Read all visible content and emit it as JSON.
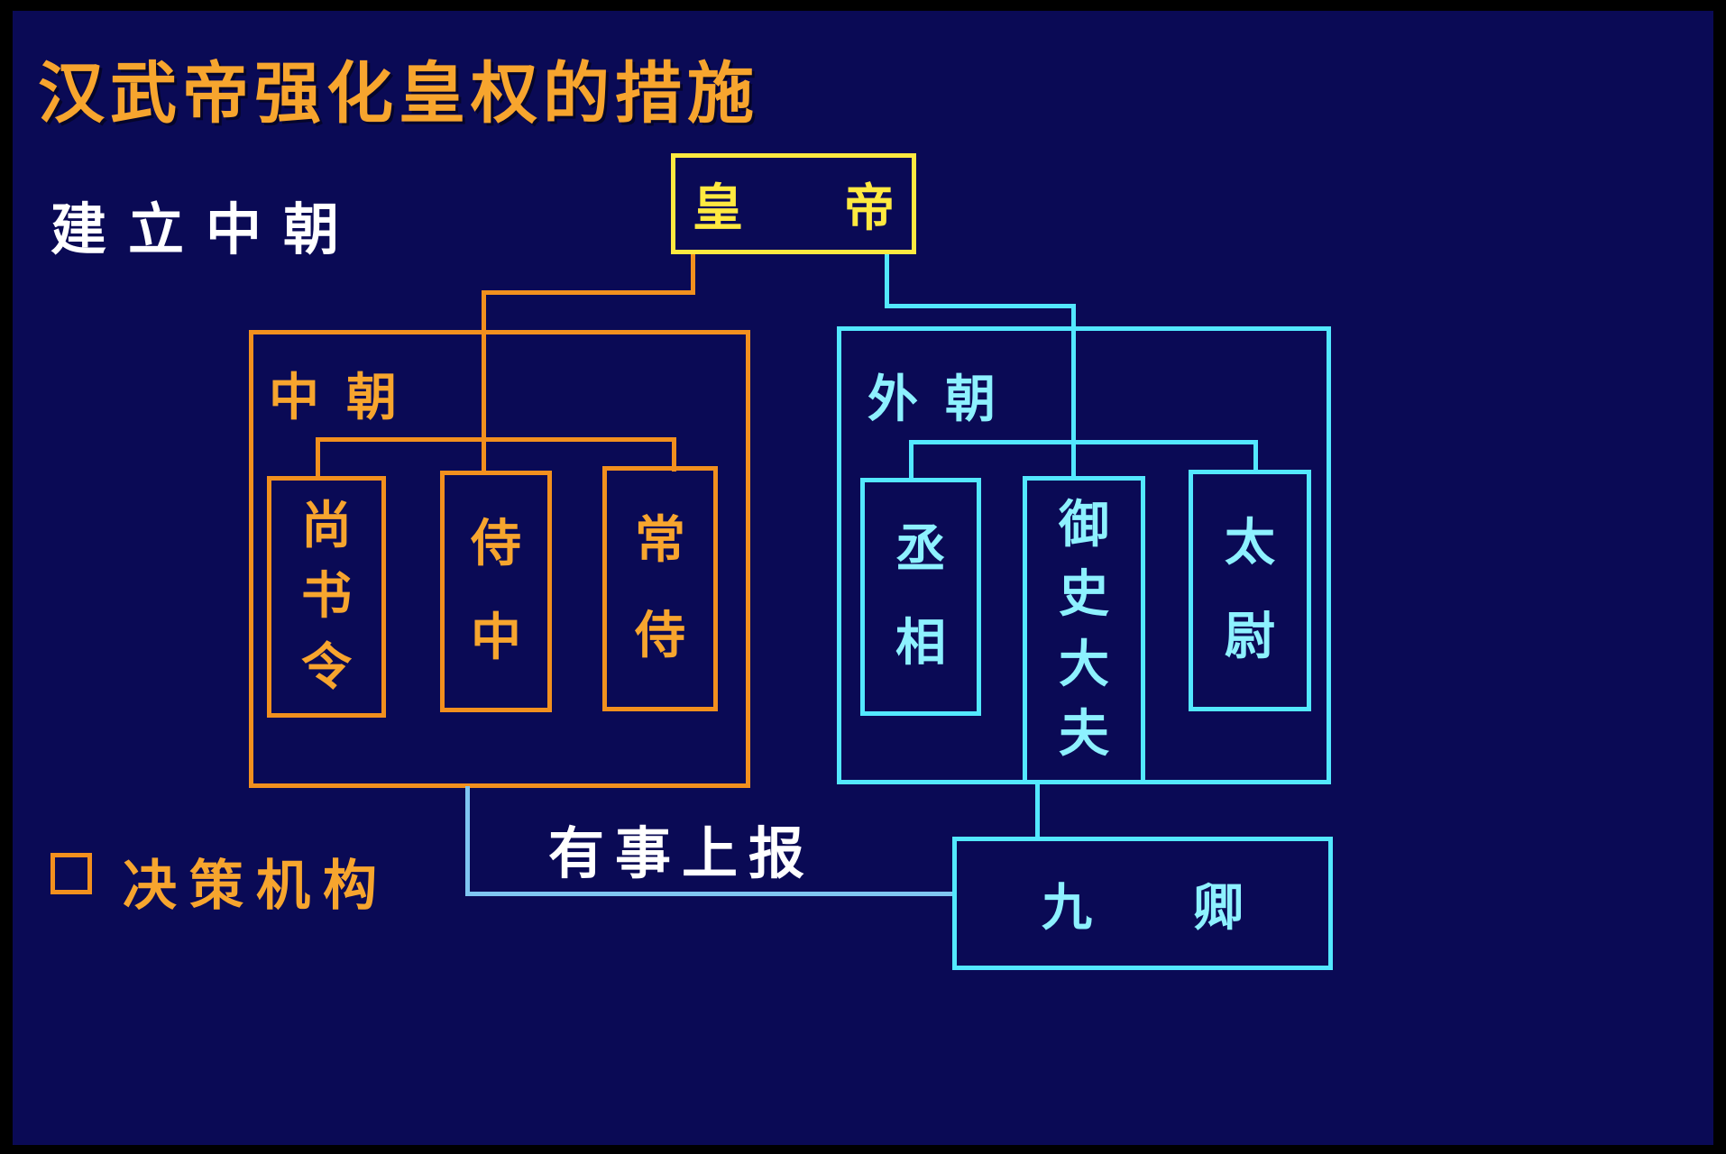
{
  "title": "汉武帝强化皇权的措施",
  "section_label": "建立中朝",
  "emperor": {
    "label": "皇　　帝"
  },
  "inner_court": {
    "label": "中朝",
    "members": [
      {
        "label": "尚书令"
      },
      {
        "label": "侍中"
      },
      {
        "label": "常侍"
      }
    ]
  },
  "outer_court": {
    "label": "外朝",
    "members": [
      {
        "label": "丞相"
      },
      {
        "label": "御史大夫"
      },
      {
        "label": "太尉"
      }
    ]
  },
  "nine_ministers": {
    "label": "九　　卿"
  },
  "report_note": "有事上报",
  "legend": {
    "label": "决策机构"
  },
  "colors": {
    "background": "#0a0a55",
    "frame": "#000000",
    "orange": "#f2901e",
    "orange-bright": "#f7a52e",
    "yellow": "#ffe940",
    "cyan": "#53e8ff",
    "cyan-text": "#8df1ff",
    "lightblue": "#7fc6f2",
    "white": "#ffffff"
  }
}
